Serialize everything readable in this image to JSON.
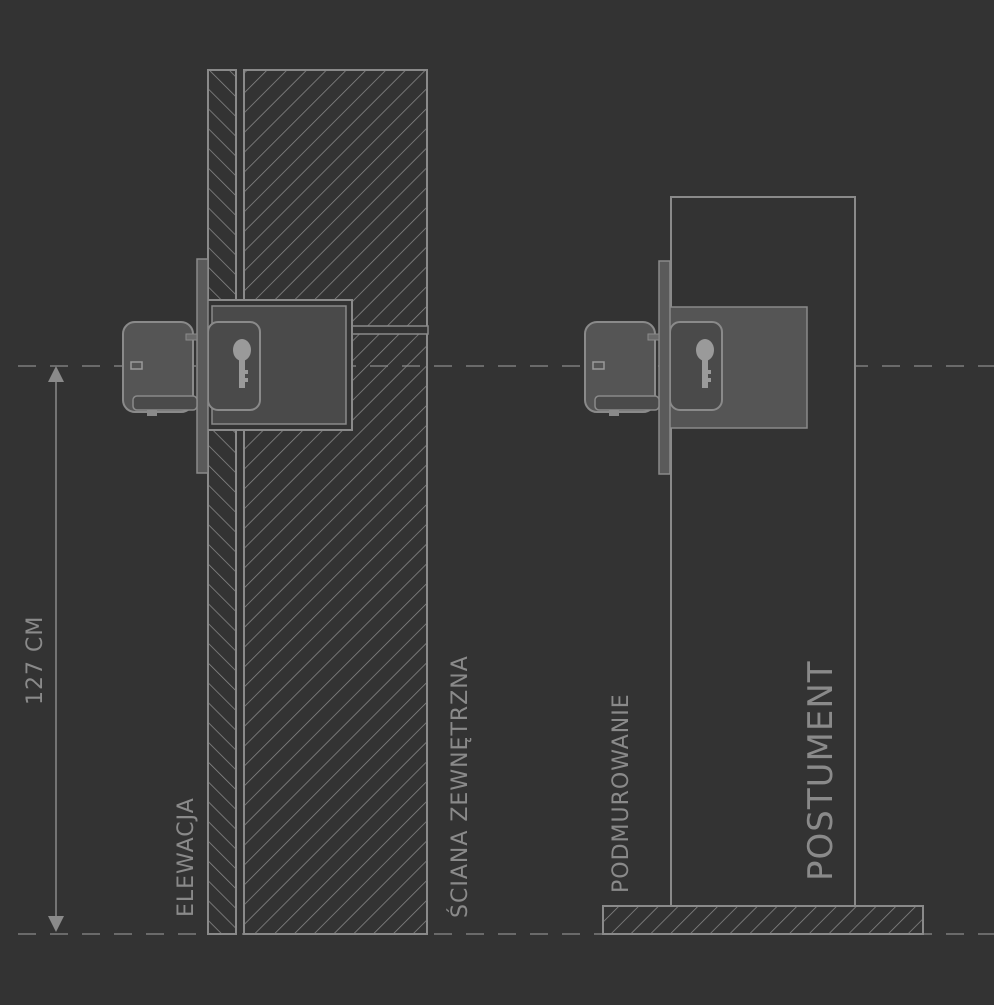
{
  "labels": {
    "height": "127 CM",
    "elevation": "ELEWACJA",
    "exterior_wall": "ŚCIANA ZEWNĘTRZNA",
    "underpinning": "PODMUROWANIE",
    "pedestal": "POSTUMENT"
  },
  "colors": {
    "background": "#333333",
    "line": "#8a8a8a",
    "dashed_line": "#6a6a6a",
    "body_fill": "#4a4a4a",
    "body_fill_light": "#555555",
    "handle": "#9a9a9a"
  }
}
